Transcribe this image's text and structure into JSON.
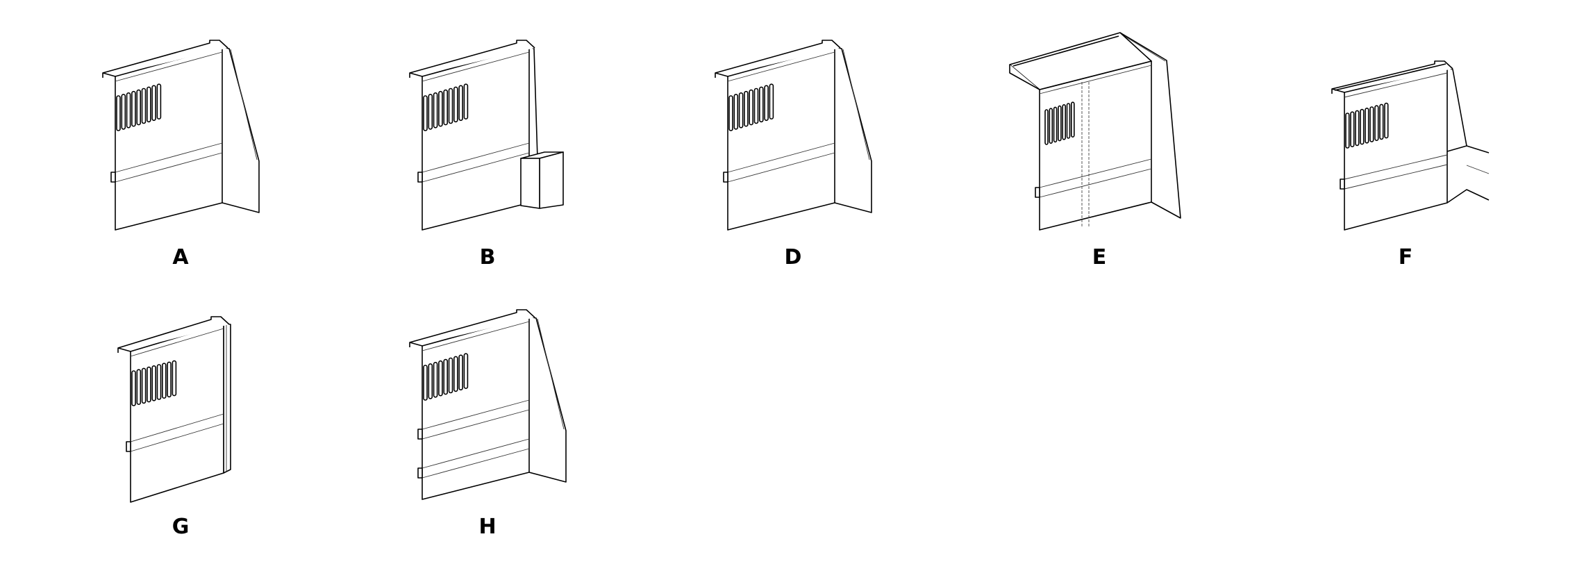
{
  "figures": [
    {
      "label": "A"
    },
    {
      "label": "B"
    },
    {
      "label": "D"
    },
    {
      "label": "E"
    },
    {
      "label": "F"
    },
    {
      "label": "G"
    },
    {
      "label": "H"
    }
  ],
  "colors": {
    "line": "#000000",
    "background": "#ffffff"
  }
}
